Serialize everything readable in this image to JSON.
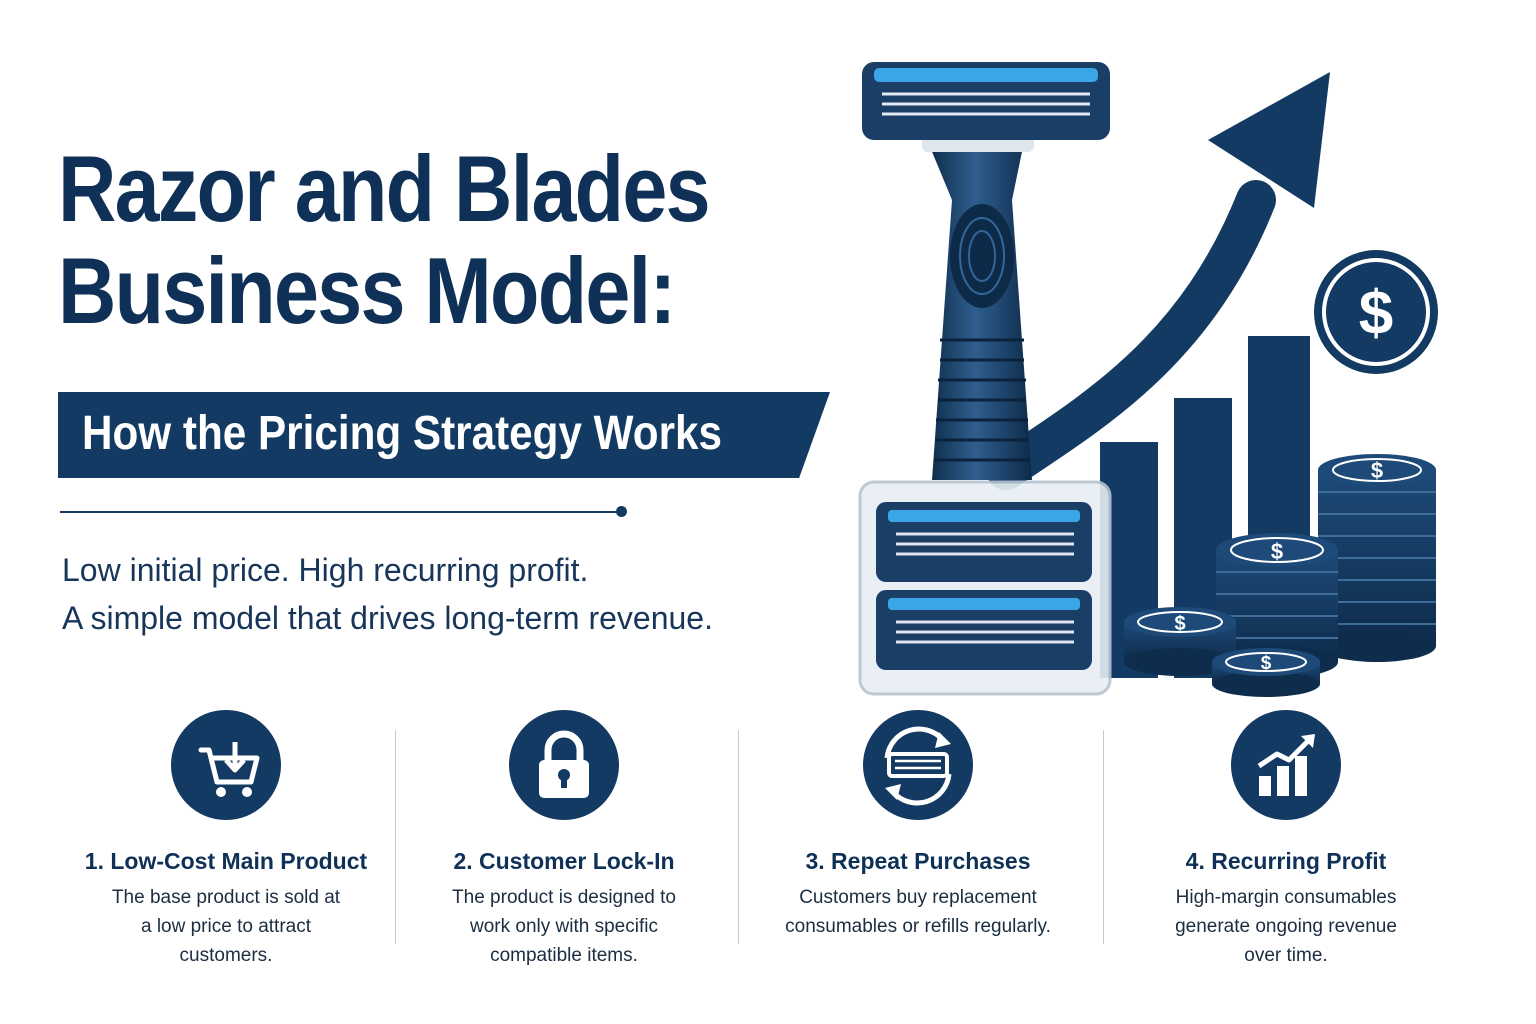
{
  "header": {
    "title_line1": "Razor  and Blades",
    "title_line2": "Business Model:",
    "banner": "How the Pricing Strategy Works"
  },
  "tagline": {
    "line1": "Low initial price. High recurring profit.",
    "line2": "A simple model that drives long-term revenue."
  },
  "illustration": {
    "coin_symbol": "$",
    "icons": [
      "razor-handle-icon",
      "blade-cartridge-icon",
      "growth-arrow-icon",
      "bar-chart-icon",
      "dollar-coin-icon"
    ]
  },
  "steps": [
    {
      "title": "1. Low-Cost Main Product",
      "description": "The base product is sold at a low price to attract customers.",
      "icon": "cart-download-icon"
    },
    {
      "title": "2. Customer Lock-In",
      "description": "The product is designed to work only with specific compatible items.",
      "icon": "padlock-icon"
    },
    {
      "title": "3. Repeat Purchases",
      "description": "Customers buy replacement consumables or refills regularly.",
      "icon": "refill-cycle-icon"
    },
    {
      "title": "4. Recurring Profit",
      "description": "High-margin consumables generate ongoing revenue over time.",
      "icon": "growth-chart-icon"
    }
  ],
  "colors": {
    "navy": "#133a62",
    "accent_blue": "#3aa6e8",
    "divider": "#c3ccd7"
  }
}
